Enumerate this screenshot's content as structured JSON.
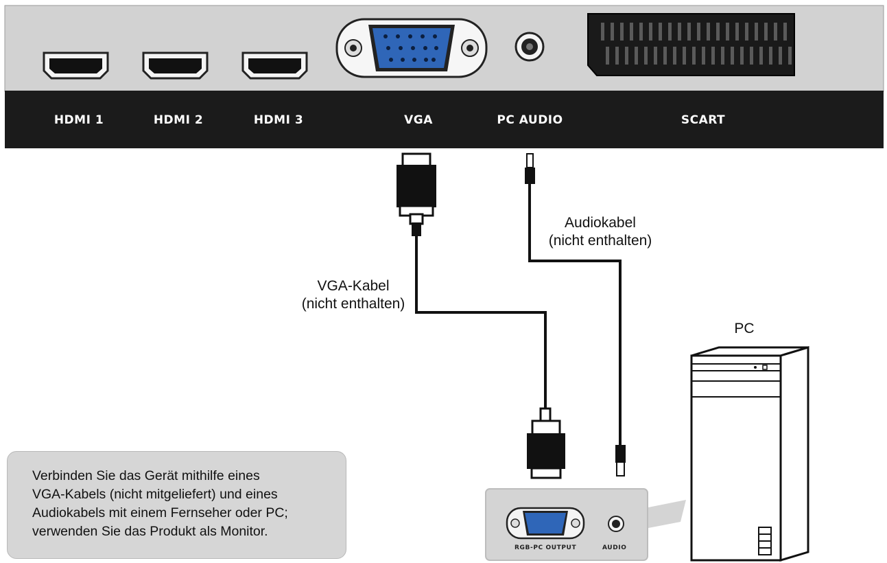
{
  "tv_panel": {
    "ports": {
      "hdmi1": "HDMI 1",
      "hdmi2": "HDMI 2",
      "hdmi3": "HDMI 3",
      "vga": "VGA",
      "pc_audio": "PC AUDIO",
      "scart": "SCART"
    }
  },
  "cables": {
    "vga_cable": {
      "line1": "VGA-Kabel",
      "line2": "(nicht enthalten)"
    },
    "audio_cable": {
      "line1": "Audiokabel",
      "line2": "(nicht enthalten)"
    }
  },
  "pc": {
    "label": "PC",
    "panel": {
      "rgb_output": "RGB-PC OUTPUT",
      "audio": "AUDIO"
    }
  },
  "note": {
    "lines": [
      "Verbinden Sie das Gerät mithilfe eines",
      "VGA-Kabels (nicht mitgeliefert) und eines",
      "Audiokabels mit einem Fernseher oder PC;",
      "verwenden Sie das Produkt als Monitor."
    ]
  },
  "colors": {
    "panel_gray": "#d2d2d2",
    "label_bar": "#1b1b1b",
    "vga_blue": "#2f66b8",
    "note_bg": "#d6d6d6"
  }
}
